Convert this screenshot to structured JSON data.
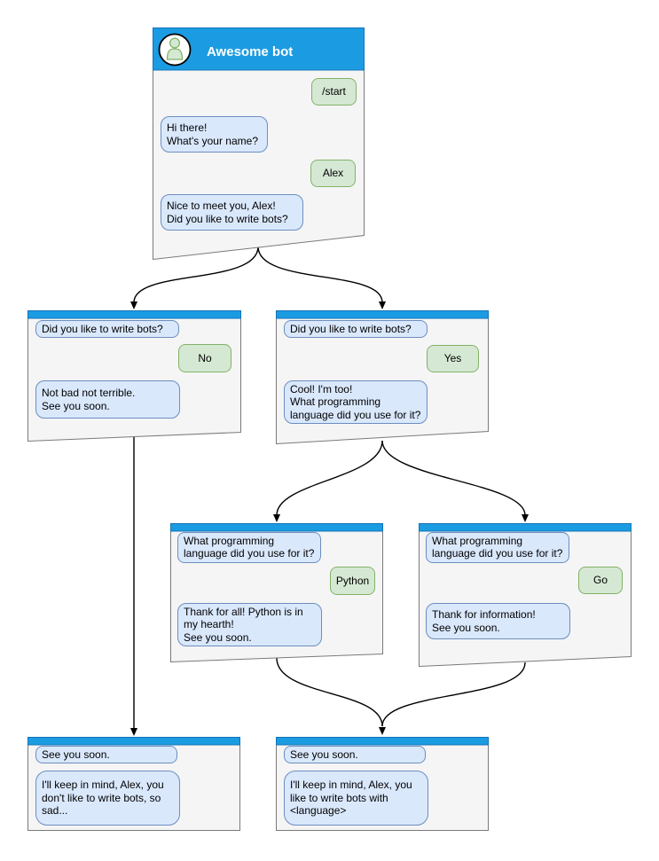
{
  "colors": {
    "header_blue": "#1B9CE2",
    "header_border": "#1373B8",
    "window_fill": "#F5F5F5",
    "window_border": "#7A7A7A",
    "bot_bubble_fill": "#DAE8FC",
    "bot_bubble_border": "#6C8EBF",
    "user_bubble_fill": "#D5E8D4",
    "user_bubble_border": "#82B366",
    "connector": "#000000"
  },
  "windows": {
    "root": {
      "title": "Awesome bot",
      "avatar_icon": "person-icon",
      "messages": [
        {
          "from": "user",
          "text": "/start"
        },
        {
          "from": "bot",
          "text": "Hi there!\nWhat's your name?"
        },
        {
          "from": "user",
          "text": "Alex"
        },
        {
          "from": "bot",
          "text": "Nice to meet you, Alex!\nDid you like to write bots?"
        }
      ]
    },
    "branch_no": {
      "messages": [
        {
          "from": "bot",
          "text": "Did you like to write bots?"
        },
        {
          "from": "user",
          "text": "No"
        },
        {
          "from": "bot",
          "text": "Not bad not terrible.\nSee you soon."
        }
      ]
    },
    "branch_yes": {
      "messages": [
        {
          "from": "bot",
          "text": "Did you like to write bots?"
        },
        {
          "from": "user",
          "text": "Yes"
        },
        {
          "from": "bot",
          "text": "Cool! I'm too!\nWhat programming\nlanguage did you use for it?"
        }
      ]
    },
    "branch_python": {
      "messages": [
        {
          "from": "bot",
          "text": "What programming\nlanguage did you use for it?"
        },
        {
          "from": "user",
          "text": "Python"
        },
        {
          "from": "bot",
          "text": "Thank for all! Python is in\nmy hearth!\nSee you soon."
        }
      ]
    },
    "branch_go": {
      "messages": [
        {
          "from": "bot",
          "text": "What programming\nlanguage did you use for it?"
        },
        {
          "from": "user",
          "text": "Go"
        },
        {
          "from": "bot",
          "text": "Thank for information!\nSee you soon."
        }
      ]
    },
    "end_no": {
      "messages": [
        {
          "from": "bot",
          "text": "See you soon."
        },
        {
          "from": "bot",
          "text": "I'll keep in mind, Alex, you\ndon't like to write bots, so\nsad..."
        }
      ]
    },
    "end_yes": {
      "messages": [
        {
          "from": "bot",
          "text": "See you soon."
        },
        {
          "from": "bot",
          "text": "I'll keep in mind, Alex, you\nlike to write bots with\n<language>"
        }
      ]
    }
  }
}
